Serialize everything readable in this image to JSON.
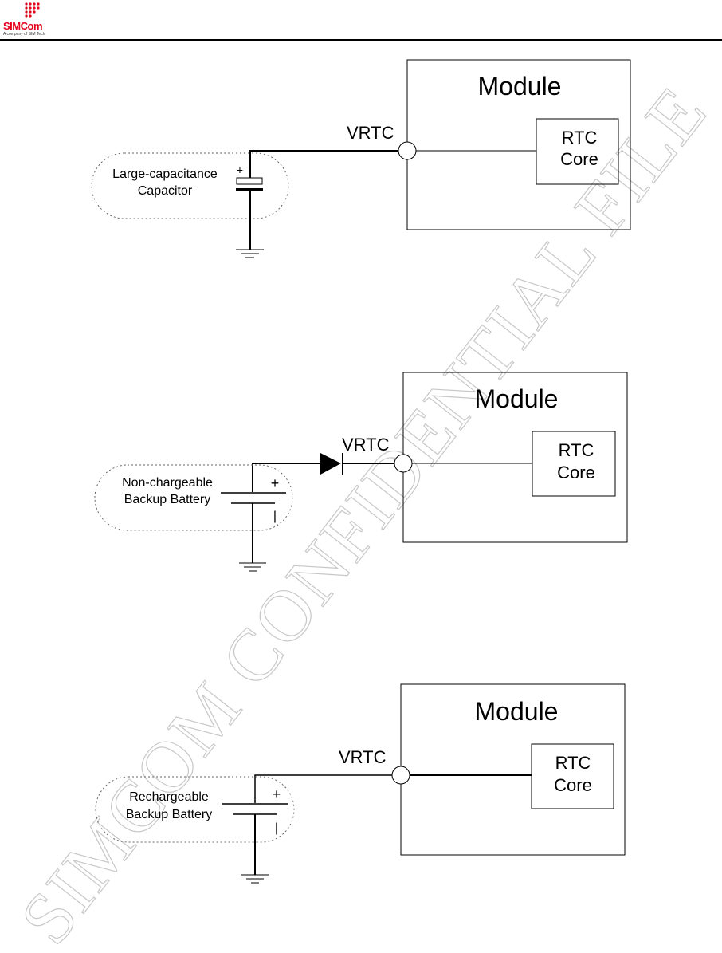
{
  "header": {
    "logo_text_sim": "SIM",
    "logo_text_com": "Com",
    "logo_tagline": "A company of SIM Tech",
    "brand_color": "#e2001a"
  },
  "diagrams": [
    {
      "module_label": "Module",
      "pin_label": "VRTC",
      "core_label_line1": "RTC",
      "core_label_line2": "Core",
      "source_label_line1": "Large-capacitance",
      "source_label_line2": "Capacitor",
      "polarity_plus": "+"
    },
    {
      "module_label": "Module",
      "pin_label": "VRTC",
      "core_label_line1": "RTC",
      "core_label_line2": "Core",
      "source_label_line1": "Non-chargeable",
      "source_label_line2": "Backup Battery",
      "polarity_plus": "+",
      "polarity_minus": "|"
    },
    {
      "module_label": "Module",
      "pin_label": "VRTC",
      "core_label_line1": "RTC",
      "core_label_line2": "Core",
      "source_label_line1": "Rechargeable",
      "source_label_line2": "Backup Battery",
      "polarity_plus": "+",
      "polarity_minus": "|"
    }
  ],
  "watermark": {
    "text": "SIMCOM CONFIDENTIAL FILE",
    "color": "#d0d0d0"
  }
}
